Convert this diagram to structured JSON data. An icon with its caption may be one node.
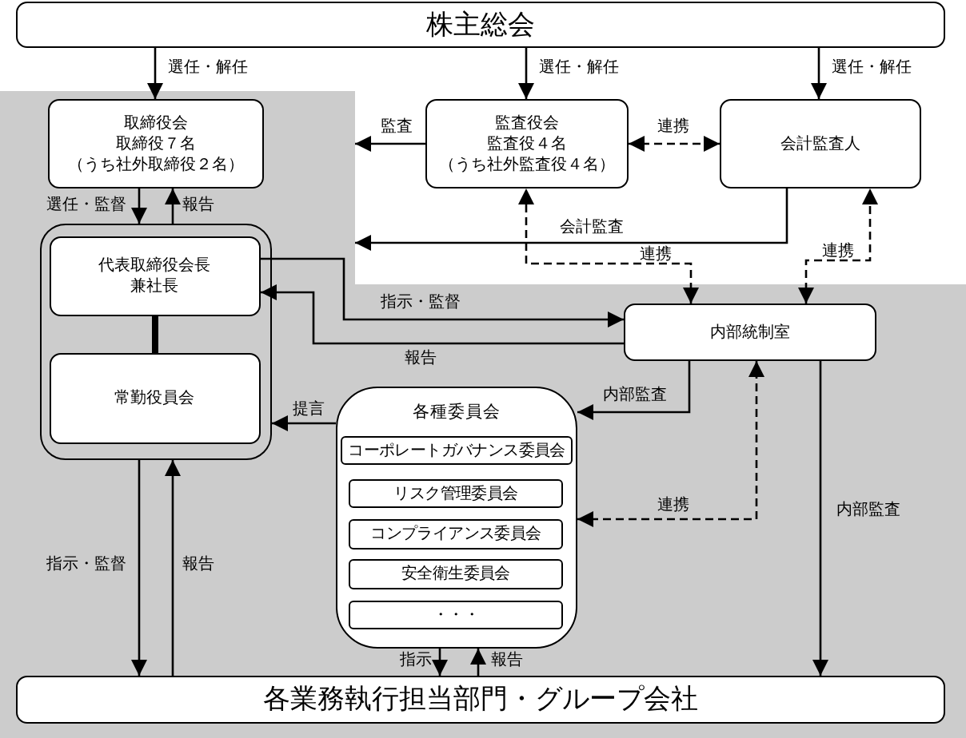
{
  "diagram": {
    "nodes": [
      {
        "text": [
          "株主総会"
        ]
      },
      {
        "text": [
          "取締役会",
          "取締役７名",
          "（うち社外取締役２名）"
        ]
      },
      {
        "text": [
          "監査役会",
          "監査役４名",
          "（うち社外監査役４名）"
        ]
      },
      {
        "text": [
          "会計監査人"
        ]
      },
      {
        "text": [],
        "shape": "box"
      },
      {
        "text": [
          "代表取締役会長",
          "兼社長"
        ],
        "in": 4
      },
      {
        "text": [
          "常勤役員会"
        ],
        "in": 4
      },
      {
        "text": [
          "内部統制室"
        ]
      },
      {
        "text": [
          "各種委員会"
        ]
      },
      {
        "text": [
          "コーポレートガバナンス委員会"
        ],
        "in": 8
      },
      {
        "text": [
          "リスク管理委員会"
        ],
        "in": 8
      },
      {
        "text": [
          "コンプライアンス委員会"
        ],
        "in": 8
      },
      {
        "text": [
          "安全衛生委員会"
        ],
        "in": 8
      },
      {
        "text": [
          "・・・"
        ],
        "in": 8
      },
      {
        "text": [
          "各業務執行担当部門・グループ会社"
        ]
      }
    ],
    "edges": [
      {
        "from": 0,
        "to": 1,
        "arrow": "to",
        "label": "選任・解任"
      },
      {
        "from": 0,
        "to": 2,
        "arrow": "to",
        "label": "選任・解任"
      },
      {
        "from": 0,
        "to": 3,
        "arrow": "to",
        "label": "選任・解任"
      },
      {
        "from": 2,
        "to": null,
        "arrow": "to",
        "label": "監査"
      },
      {
        "from": 3,
        "to": null,
        "arrow": "to",
        "label": "会計監査"
      },
      {
        "from": 2,
        "to": 3,
        "arrow": "both",
        "label": "連携",
        "style": "dashed"
      },
      {
        "from": 1,
        "to": 4,
        "arrow": "to",
        "label": "選任・監督"
      },
      {
        "from": 4,
        "to": 1,
        "arrow": "to",
        "label": "報告"
      },
      {
        "from": 7,
        "to": 2,
        "arrow": "both",
        "label": "連携",
        "style": "dashed"
      },
      {
        "from": 7,
        "to": 3,
        "arrow": "both",
        "label": "連携",
        "style": "dashed"
      },
      {
        "from": 5,
        "to": 7,
        "arrow": "to",
        "label": "指示・監督"
      },
      {
        "from": 7,
        "to": 5,
        "arrow": "to",
        "label": "報告"
      },
      {
        "from": 5,
        "to": 6,
        "arrow": "none",
        "style": "thick"
      },
      {
        "from": 7,
        "to": 8,
        "arrow": "to",
        "label": "内部監査"
      },
      {
        "from": 8,
        "to": 4,
        "arrow": "to",
        "label": "提言"
      },
      {
        "from": 8,
        "to": 7,
        "arrow": "both",
        "label": "連携",
        "style": "dashed"
      },
      {
        "from": 7,
        "to": 14,
        "arrow": "to",
        "label": "内部監査"
      },
      {
        "from": 4,
        "to": 14,
        "arrow": "to",
        "label": "指示・監督"
      },
      {
        "from": 14,
        "to": 4,
        "arrow": "to",
        "label": "報告"
      },
      {
        "from": 8,
        "to": 14,
        "arrow": "to",
        "label": "指示"
      },
      {
        "from": 14,
        "to": 8,
        "arrow": "to",
        "label": "報告"
      }
    ]
  }
}
